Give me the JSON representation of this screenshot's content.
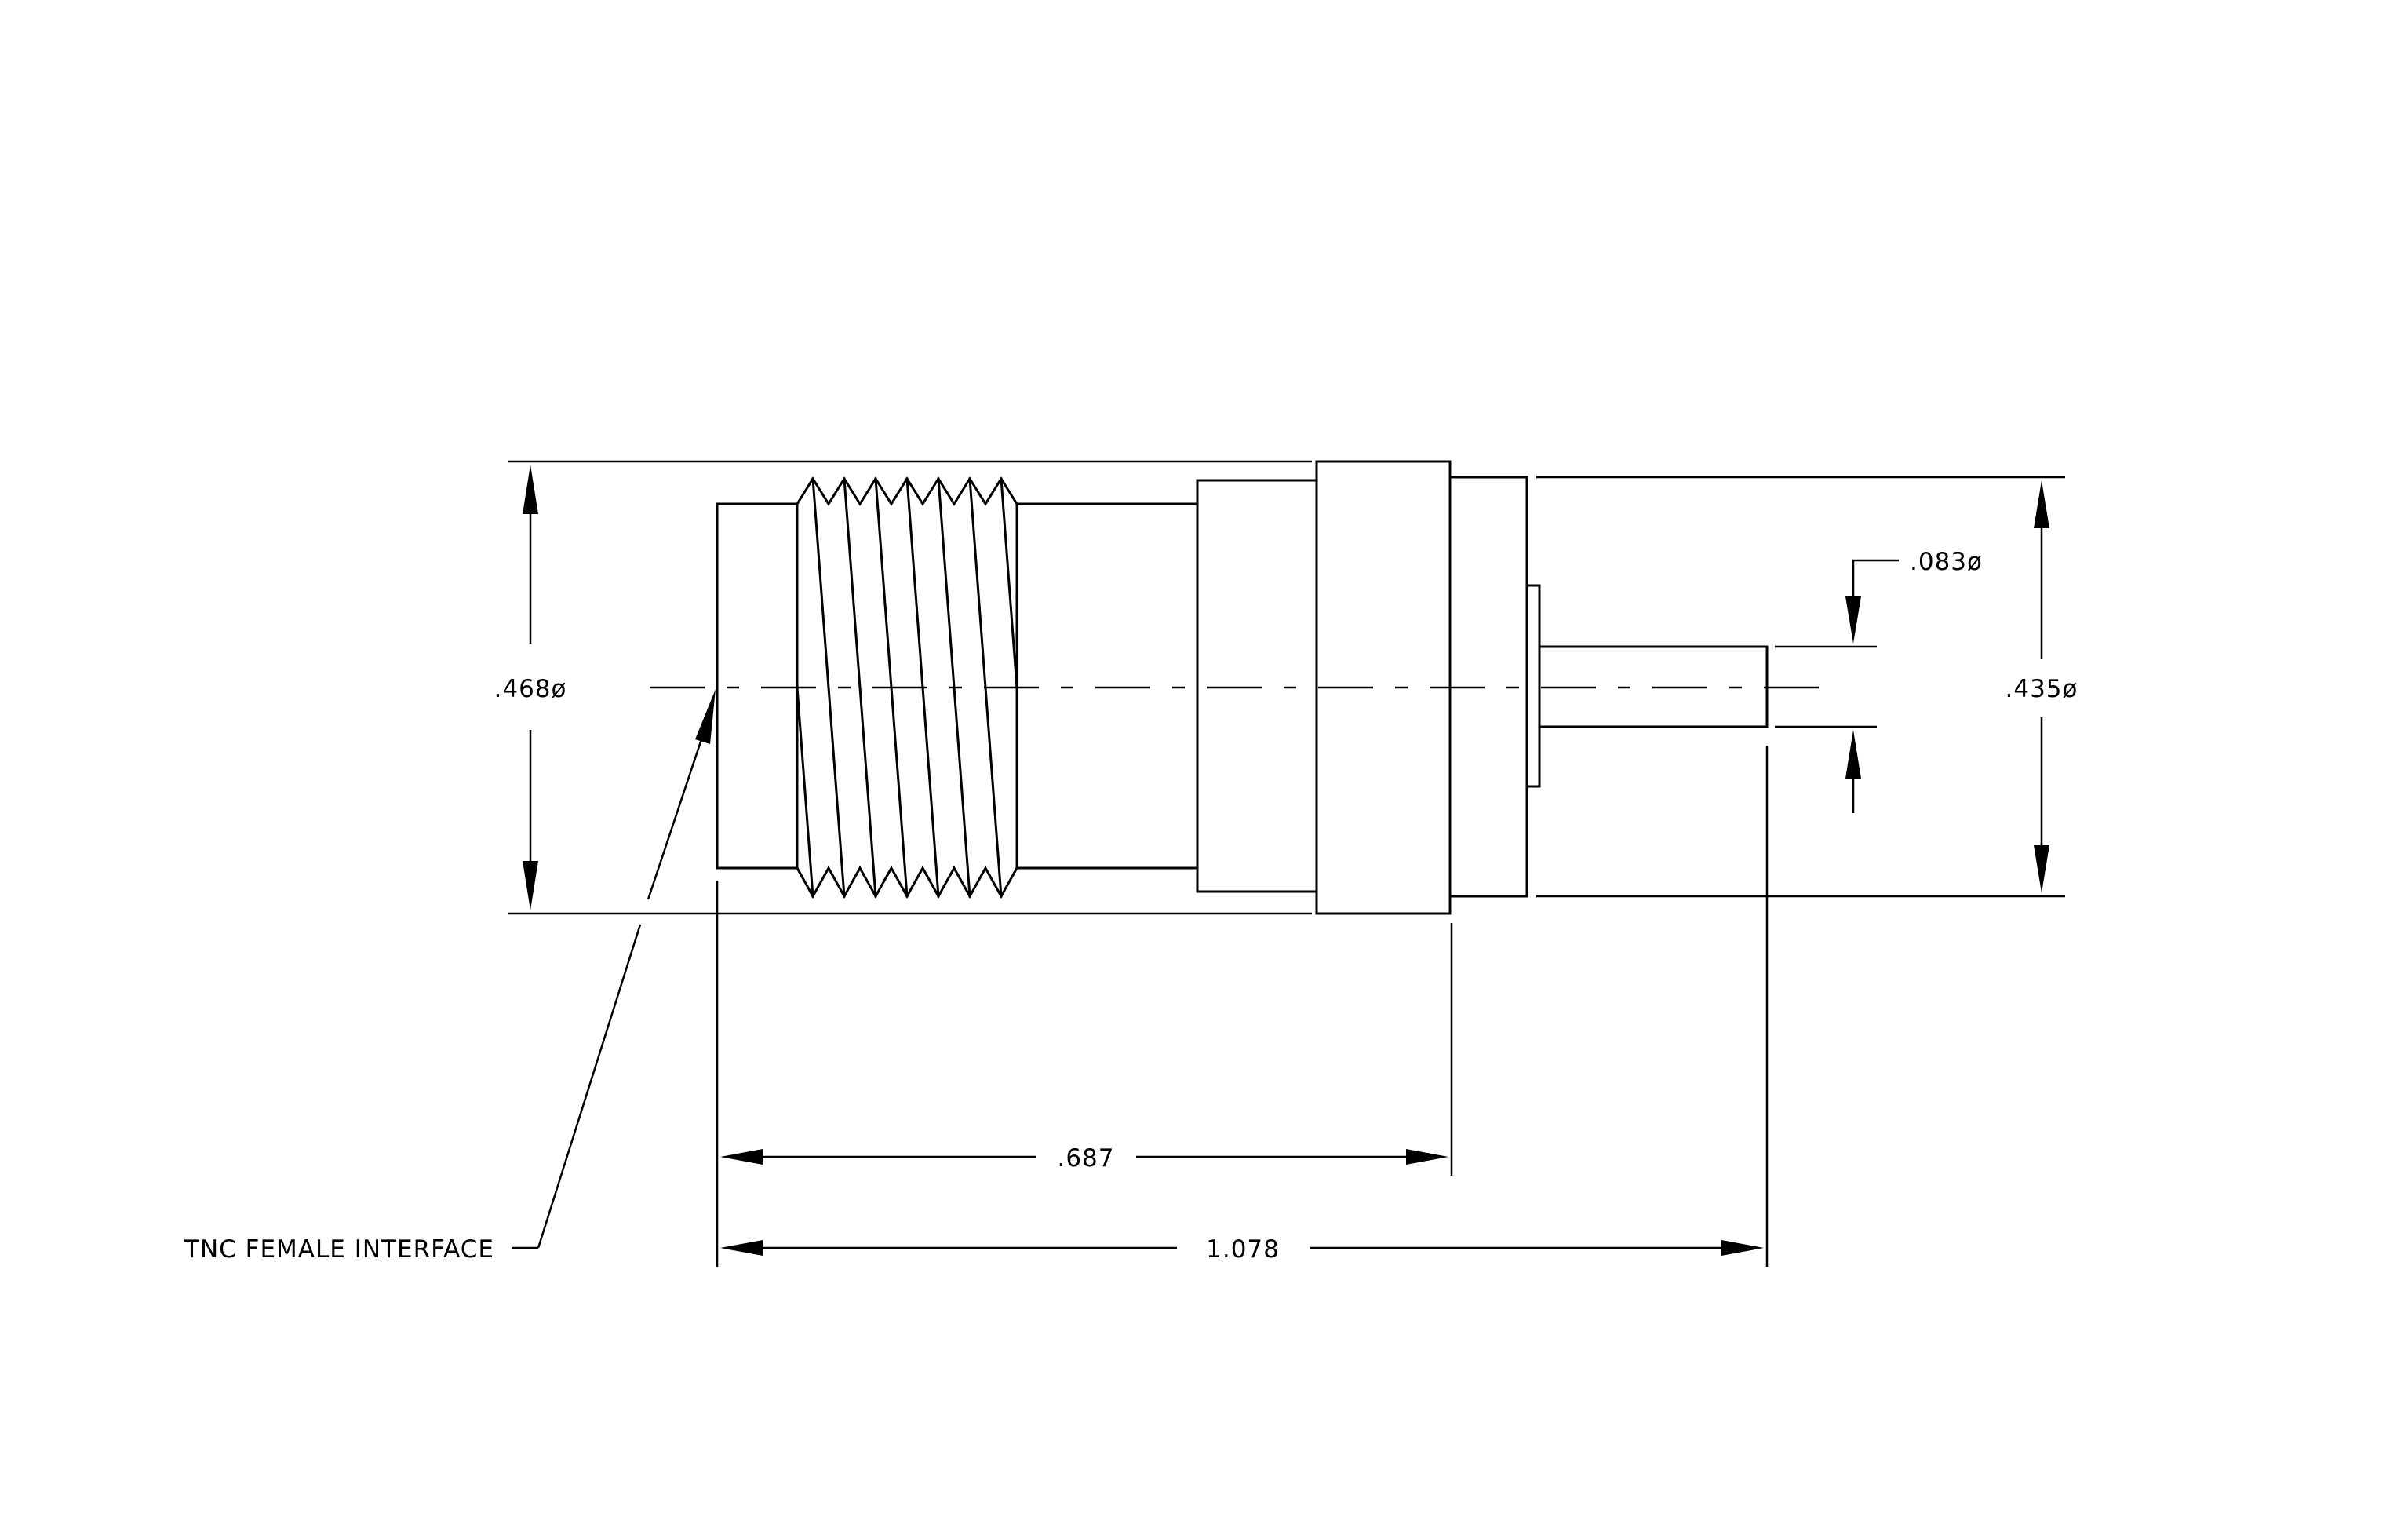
{
  "drawing": {
    "line_color": "#000000",
    "background": "#ffffff",
    "dimensions": {
      "body_diameter": ".468ø",
      "rear_diameter": ".435ø",
      "pin_diameter": ".083ø",
      "interface_length": ".687",
      "overall_length": "1.078"
    },
    "callout": {
      "label": "TNC FEMALE INTERFACE"
    }
  }
}
